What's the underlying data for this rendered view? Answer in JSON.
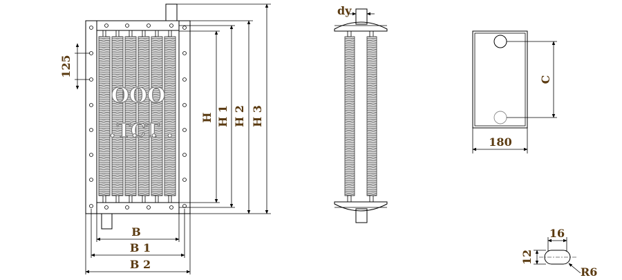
{
  "watermark": {
    "line1": "ООО",
    "line2": "ТСТ"
  },
  "front_view": {
    "labels": {
      "b": "B",
      "b1": "B 1",
      "b2": "B 2",
      "h": "H",
      "h1": "H 1",
      "h2": "H 2",
      "h3": "H 3",
      "pitch": "125"
    },
    "fin_columns": 6
  },
  "side_view": {
    "labels": {
      "dy": "dy"
    }
  },
  "flange_view": {
    "labels": {
      "c": "C",
      "width": "180"
    }
  },
  "slot_detail": {
    "labels": {
      "length": "16",
      "height": "12",
      "radius": "R6"
    }
  }
}
